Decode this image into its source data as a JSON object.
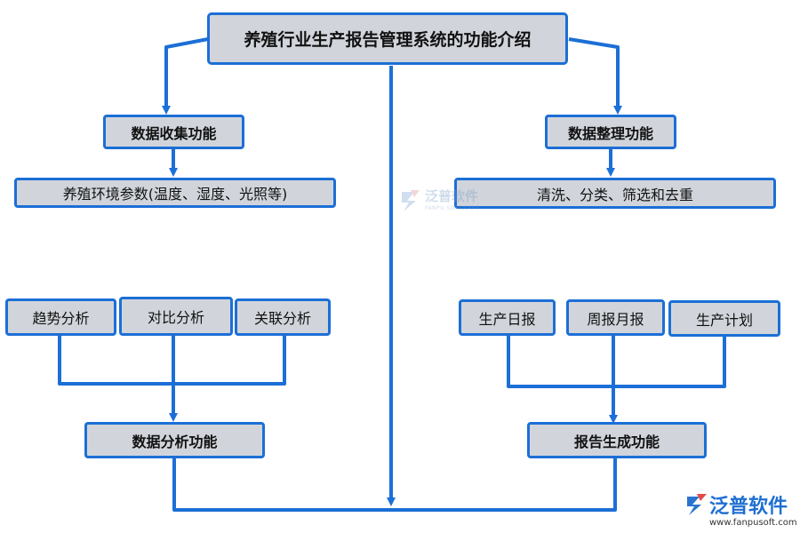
{
  "title": "养殖行业生产报告管理系统的功能介绍",
  "collection": {
    "label": "数据收集功能",
    "detail": "养殖环境参数(温度、湿度、光照等)"
  },
  "organize": {
    "label": "数据整理功能",
    "detail": "清洗、分类、筛选和去重"
  },
  "analysis": {
    "label": "数据分析功能",
    "items": [
      "趋势分析",
      "对比分析",
      "关联分析"
    ]
  },
  "report": {
    "label": "报告生成功能",
    "items": [
      "生产日报",
      "周报月报",
      "生产计划"
    ]
  },
  "watermark": {
    "text": "泛普软件",
    "sub": "FANPU SOFTWARE"
  },
  "brand": {
    "name": "泛普软件",
    "url": "www.fanpusoft.com"
  },
  "colors": {
    "line": "#1c6fd6",
    "box_fill": "#d1d5db",
    "text": "#111111"
  }
}
